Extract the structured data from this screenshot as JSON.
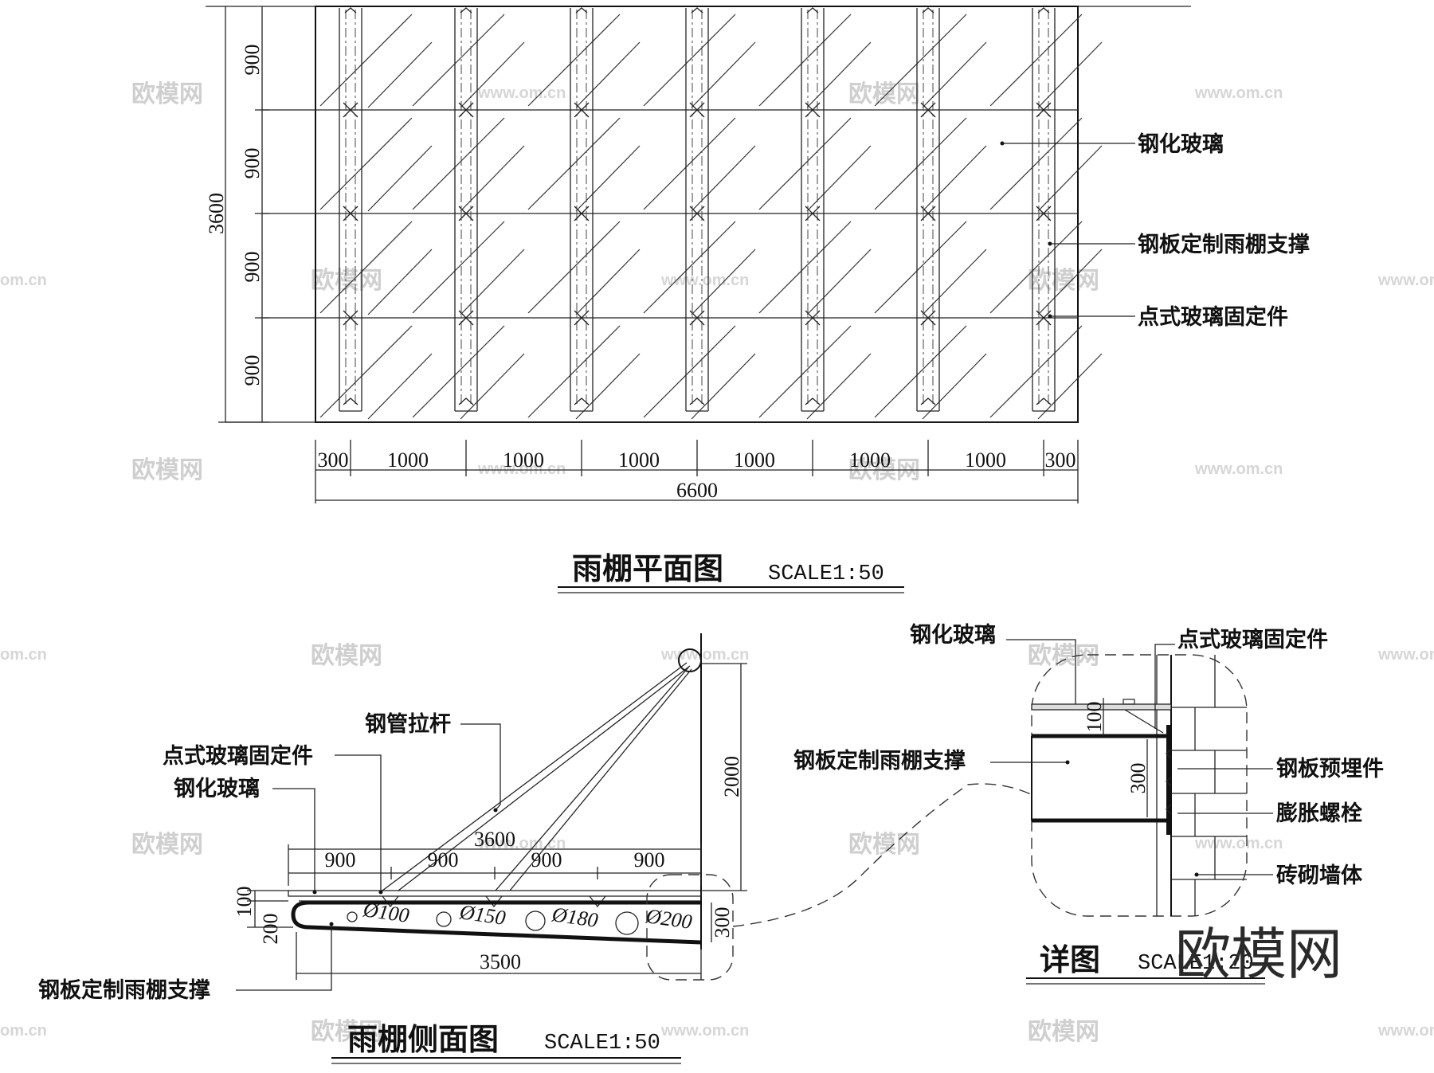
{
  "plan": {
    "v_dims": [
      "900",
      "900",
      "900",
      "900"
    ],
    "v_total": "3600",
    "h_dims": [
      "300",
      "1000",
      "1000",
      "1000",
      "1000",
      "1000",
      "1000",
      "300"
    ],
    "h_total": "6600",
    "labels": {
      "glass": "钢化玻璃",
      "support": "钢板定制雨棚支撑",
      "fixing": "点式玻璃固定件"
    },
    "title": "雨棚平面图",
    "scale": "SCALE1:50"
  },
  "side": {
    "labels": {
      "rod": "钢管拉杆",
      "fixing": "点式玻璃固定件",
      "glass": "钢化玻璃",
      "support": "钢板定制雨棚支撑"
    },
    "top_dims": [
      "900",
      "900",
      "900",
      "900"
    ],
    "top_total": "3600",
    "height_dim": "2000",
    "thick_dims": [
      "100",
      "200"
    ],
    "end_dim": "300",
    "length_dim": "3500",
    "holes": [
      "Ø100",
      "Ø150",
      "Ø180",
      "Ø200"
    ],
    "title": "雨棚侧面图",
    "scale": "SCALE1:50"
  },
  "detail": {
    "labels": {
      "glass": "钢化玻璃",
      "fixing": "点式玻璃固定件",
      "support": "钢板定制雨棚支撑",
      "embed": "钢板预埋件",
      "bolt": "膨胀螺栓",
      "wall": "砖砌墙体"
    },
    "dims": [
      "100",
      "300"
    ],
    "title": "详图",
    "scale": "SCALE1:20"
  },
  "watermark": {
    "brand": "欧模网",
    "url": "www.om.cn",
    "short": "om.cn"
  }
}
